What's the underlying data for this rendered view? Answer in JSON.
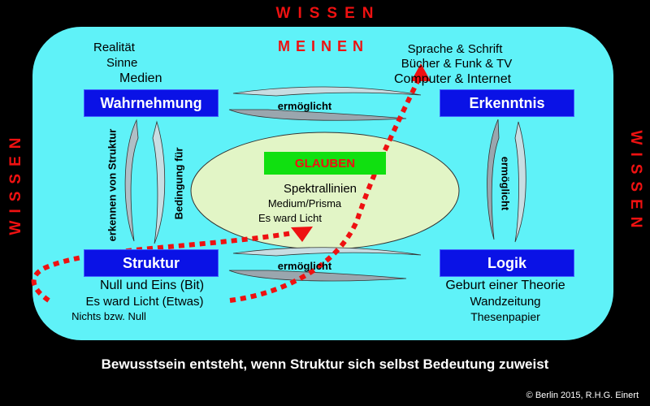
{
  "outer_label": "WISSEN",
  "meinen": "MEINEN",
  "glauben": "GLAUBEN",
  "top_left_items": [
    "Realität",
    "Sinne",
    "Medien"
  ],
  "top_right_items": [
    "Sprache & Schrift",
    "Bücher & Funk & TV",
    "Computer & Internet"
  ],
  "boxes": {
    "wahrnehmung": "Wahrnehmung",
    "erkenntnis": "Erkenntnis",
    "struktur": "Struktur",
    "logik": "Logik"
  },
  "center_items": [
    "Spektrallinien",
    "Medium/Prisma",
    "Es ward Licht"
  ],
  "arrows": {
    "top": "ermöglicht",
    "bottom": "ermöglicht",
    "right": "ermöglicht",
    "left_a": "erkennen von Struktur",
    "left_b": "Bedingung für"
  },
  "bottom_left_items": [
    "Null und Eins (Bit)",
    "Es ward Licht (Etwas)",
    "Nichts bzw. Null"
  ],
  "bottom_right_items": [
    "Geburt einer Theorie",
    "Wandzeitung",
    "Thesenpapier"
  ],
  "caption": "Bewusstsein entsteht, wenn Struktur sich selbst Bedeutung zuweist",
  "copyright": "© Berlin 2015, R.H.G. Einert",
  "colors": {
    "panel": "#5ff2f8",
    "box": "#0a12e6",
    "glauben": "#10e010",
    "accent": "#ee1111",
    "ellipse": "#e2f5c6"
  }
}
